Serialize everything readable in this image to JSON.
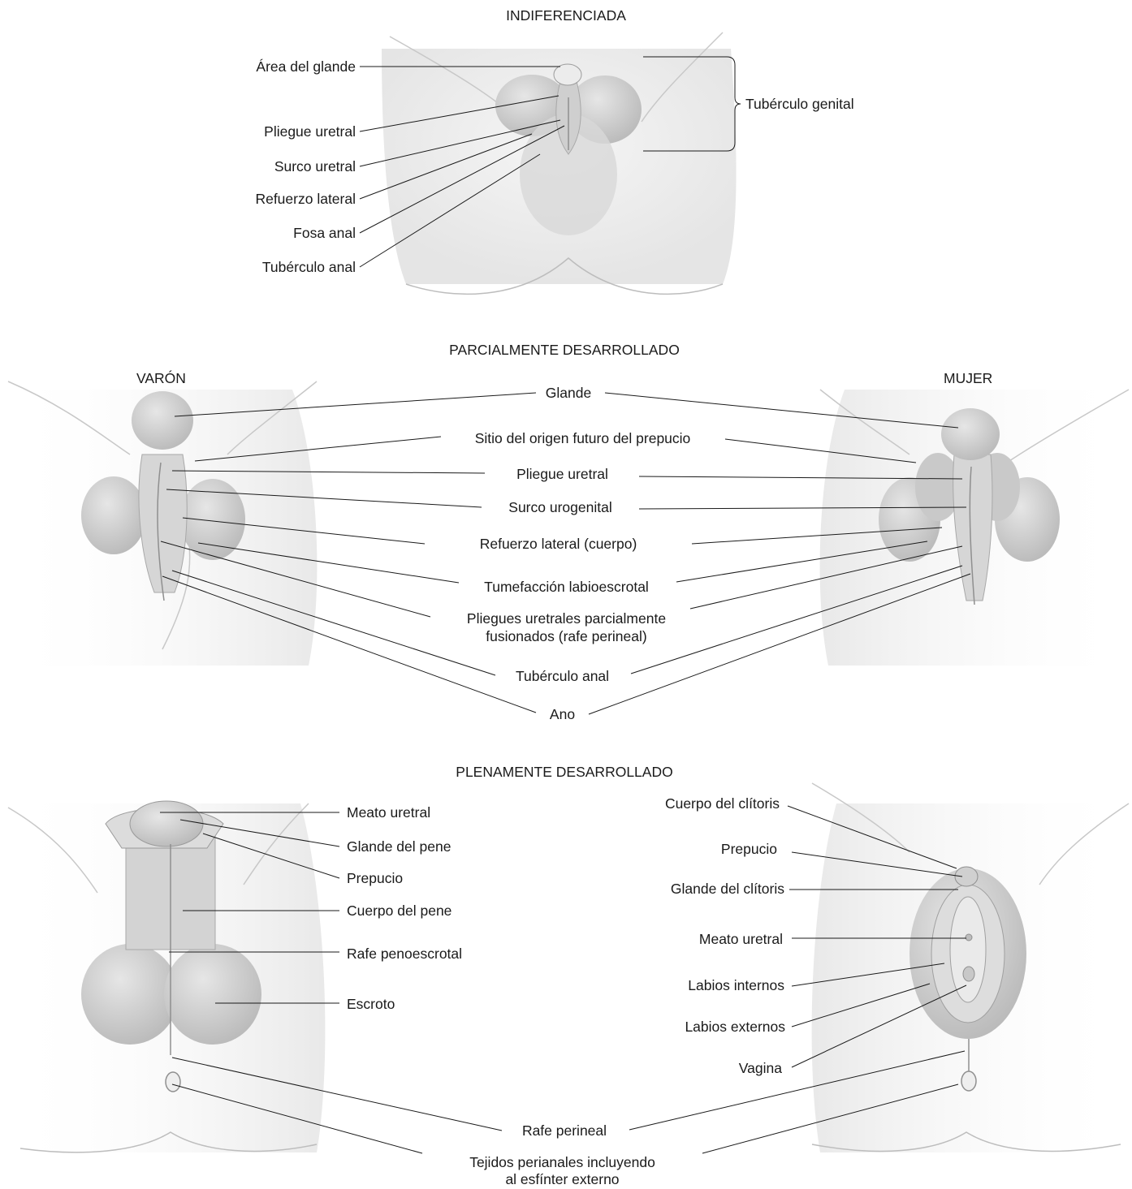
{
  "sections": {
    "indifferent": {
      "title": "INDIFERENCIADA",
      "labels": {
        "glans_area": "Área del glande",
        "urethral_fold": "Pliegue uretral",
        "urethral_groove": "Surco uretral",
        "lateral_buttress": "Refuerzo lateral",
        "anal_pit": "Fosa anal",
        "anal_tubercle": "Tubérculo anal",
        "genital_tubercle": "Tubérculo genital"
      }
    },
    "partial": {
      "title": "PARCIALMENTE DESARROLLADO",
      "male_heading": "VARÓN",
      "female_heading": "MUJER",
      "labels": {
        "glans": "Glande",
        "prepuce_site": "Sitio del origen futuro del prepucio",
        "urethral_fold": "Pliegue uretral",
        "urogenital_groove": "Surco urogenital",
        "lateral_buttress": "Refuerzo lateral (cuerpo)",
        "labioscrotal_swelling": "Tumefacción labioescrotal",
        "fused_folds_1": "Pliegues uretrales parcialmente",
        "fused_folds_2": "fusionados (rafe perineal)",
        "anal_tubercle": "Tubérculo anal",
        "anus": "Ano"
      }
    },
    "full": {
      "title": "PLENAMENTE DESARROLLADO",
      "male_labels": {
        "urethral_meatus": "Meato uretral",
        "glans_penis": "Glande del pene",
        "prepuce": "Prepucio",
        "penis_body": "Cuerpo del pene",
        "penoscrotal_raphe": "Rafe penoescrotal",
        "scrotum": "Escroto"
      },
      "female_labels": {
        "clitoris_body": "Cuerpo del clítoris",
        "prepuce": "Prepucio",
        "clitoris_glans": "Glande del clítoris",
        "urethral_meatus": "Meato uretral",
        "labia_minora": "Labios internos",
        "labia_majora": "Labios externos",
        "vagina": "Vagina"
      },
      "shared_labels": {
        "perineal_raphe": "Rafe perineal",
        "perianal_1": "Tejidos perianales incluyendo",
        "perianal_2": "al esfínter externo"
      }
    }
  }
}
